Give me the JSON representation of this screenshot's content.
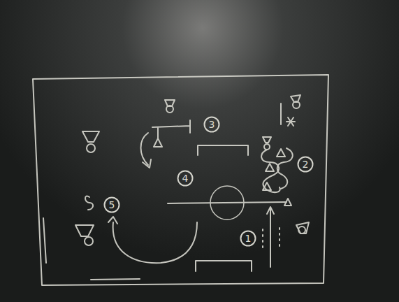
{
  "diagram": {
    "nodes": [
      {
        "text": [
          "3"
        ]
      },
      {
        "text": [
          "2"
        ]
      },
      {
        "text": [
          "4"
        ]
      },
      {
        "text": [
          "5"
        ]
      },
      {
        "text": [
          "1"
        ]
      }
    ]
  }
}
